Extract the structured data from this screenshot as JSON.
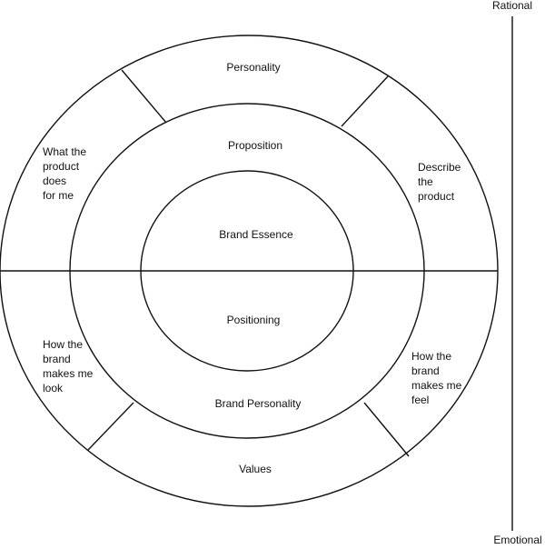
{
  "diagram": {
    "labels": {
      "personality": "Personality",
      "proposition": "Proposition",
      "brand_essence": "Brand Essence",
      "positioning": "Positioning",
      "brand_personality": "Brand Personality",
      "values": "Values",
      "what_the_product_does": [
        "What the",
        "product",
        "does",
        "for me"
      ],
      "describe_the_product": [
        "Describe",
        "the",
        "product"
      ],
      "how_the_brand_makes_me_look": [
        "How the",
        "brand",
        "makes me",
        "look"
      ],
      "how_the_brand_makes_me_feel": [
        "How the",
        "brand",
        "makes me",
        "feel"
      ]
    },
    "axis": {
      "top_label": "Rational",
      "bottom_label": "Emotional"
    }
  }
}
